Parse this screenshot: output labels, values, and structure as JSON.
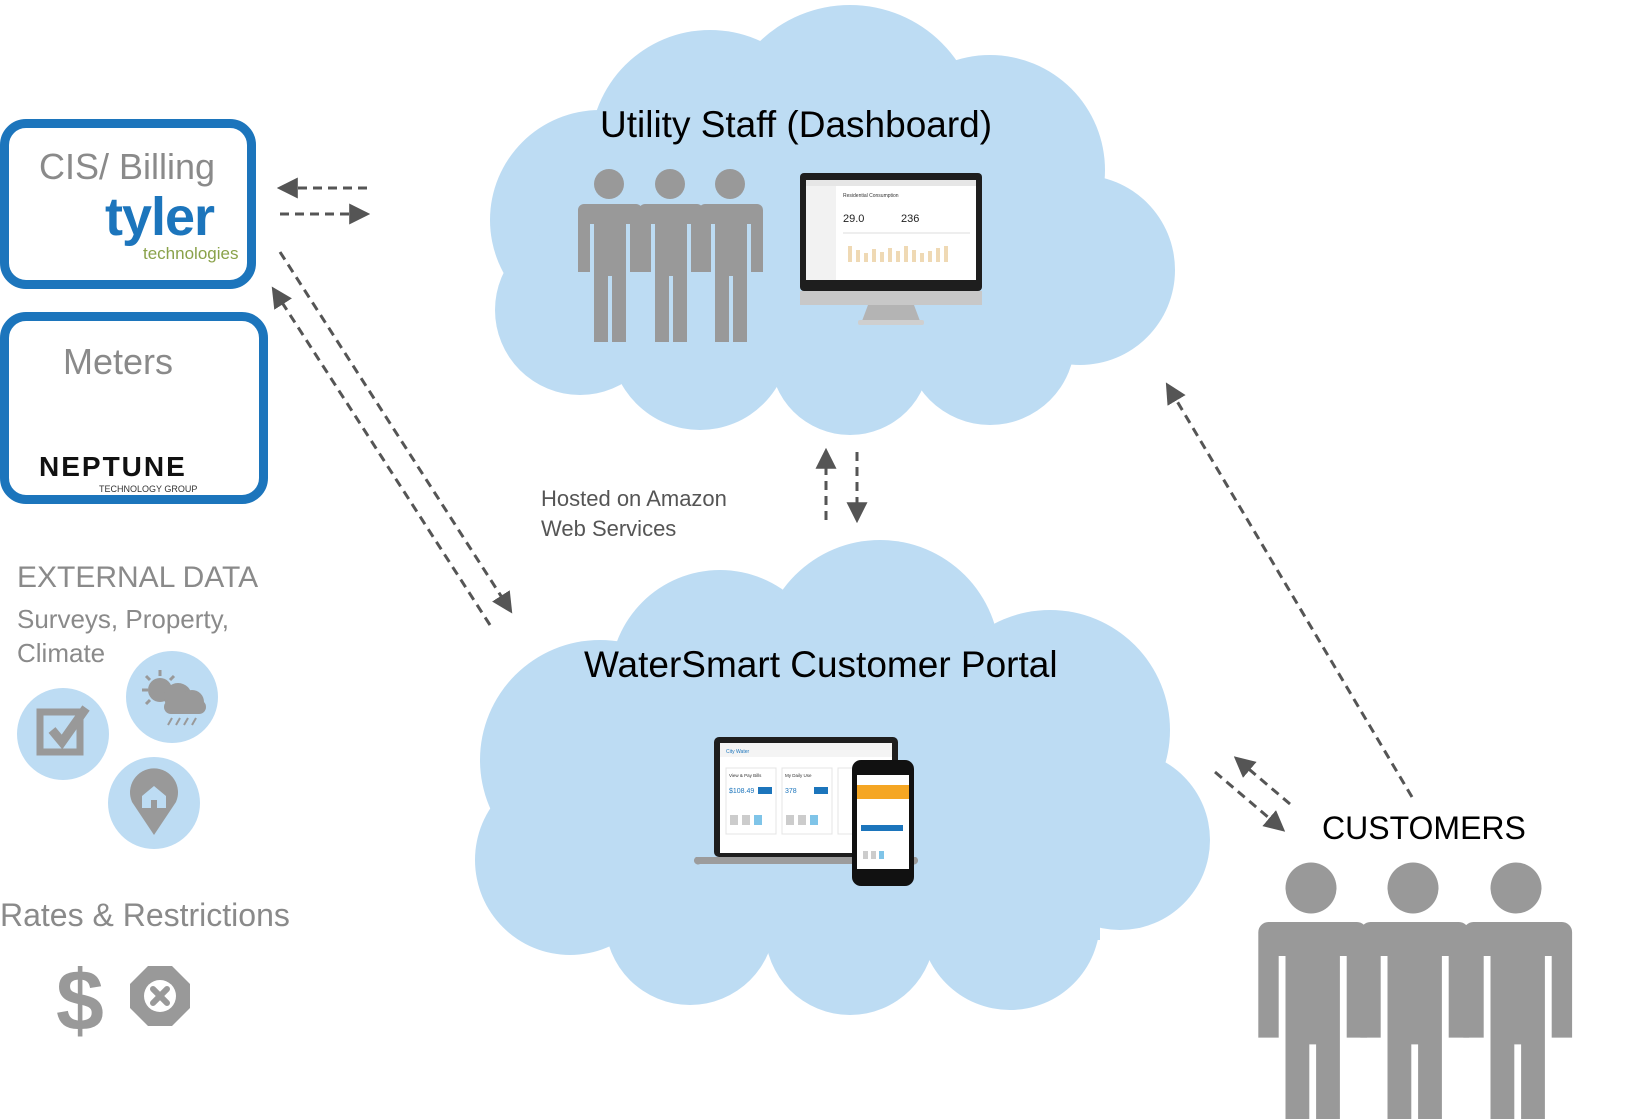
{
  "clouds": {
    "dashboard_title": "Utility Staff (Dashboard)",
    "portal_title": "WaterSmart Customer Portal"
  },
  "hosting_note": {
    "line1": "Hosted on Amazon",
    "line2": "Web Services"
  },
  "cis_box": {
    "title": "CIS/ Billing",
    "logo_word": "tyler",
    "logo_sub": "technologies"
  },
  "meters_box": {
    "title": "Meters",
    "logo_word": "NEPTUNE",
    "logo_sub": "TECHNOLOGY GROUP"
  },
  "external_data": {
    "title": "EXTERNAL DATA",
    "line1": "Surveys, Property,",
    "line2": "Climate",
    "icons": [
      "checkbox-survey-icon",
      "weather-icon",
      "home-location-icon"
    ]
  },
  "rates": {
    "title": "Rates & Restrictions",
    "icons": [
      "dollar-icon",
      "restriction-stop-icon"
    ]
  },
  "customers": {
    "label": "CUSTOMERS"
  },
  "dashboard_screen": {
    "header": "Residential Consumption",
    "stat1": "29.0",
    "stat2": "236"
  },
  "portal_screen": {
    "brand": "City Water",
    "amount": "$108.49",
    "usage": "378",
    "card1": "View & Pay Bills",
    "card2": "My Daily Use"
  },
  "colors": {
    "cloud": "#bddcf3",
    "box_border": "#1c75bc",
    "icon_grey": "#999999",
    "arrow": "#555555"
  }
}
